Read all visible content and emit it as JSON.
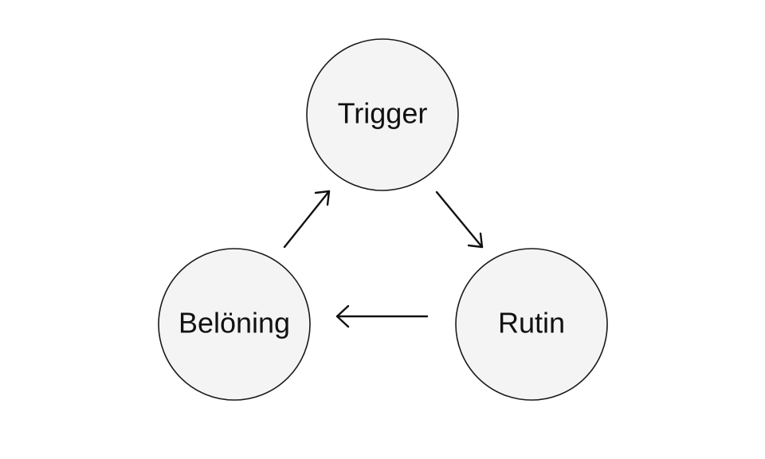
{
  "diagram": {
    "nodes": {
      "trigger": "Trigger",
      "rutin": "Rutin",
      "beloning": "Belöning"
    },
    "edges": [
      {
        "from": "trigger",
        "to": "rutin"
      },
      {
        "from": "rutin",
        "to": "beloning"
      },
      {
        "from": "beloning",
        "to": "trigger"
      }
    ]
  },
  "colors": {
    "node_fill": "#f4f4f4",
    "node_stroke": "#1a1a1a",
    "arrow": "#111111",
    "text": "#111111"
  }
}
